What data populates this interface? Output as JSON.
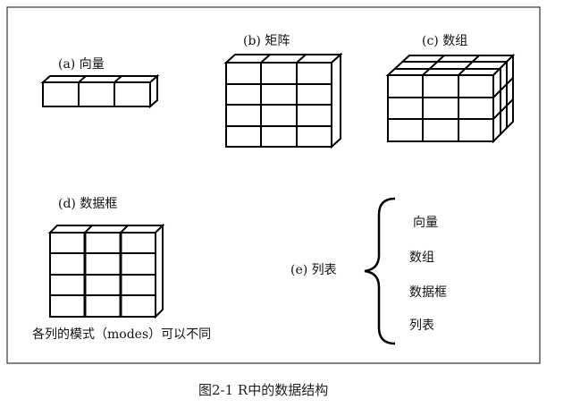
{
  "labels": {
    "vector": "(a) 向量",
    "matrix": "(b) 矩阵",
    "array": "(c) 数组",
    "dataframe": "(d)  数据框",
    "dataframe_note": "各列的模式（modes）可以不同",
    "list": "(e) 列表"
  },
  "list_items": [
    "向量",
    "数组",
    "数据框",
    "列表"
  ],
  "caption": "图2-1    R中的数据结构"
}
